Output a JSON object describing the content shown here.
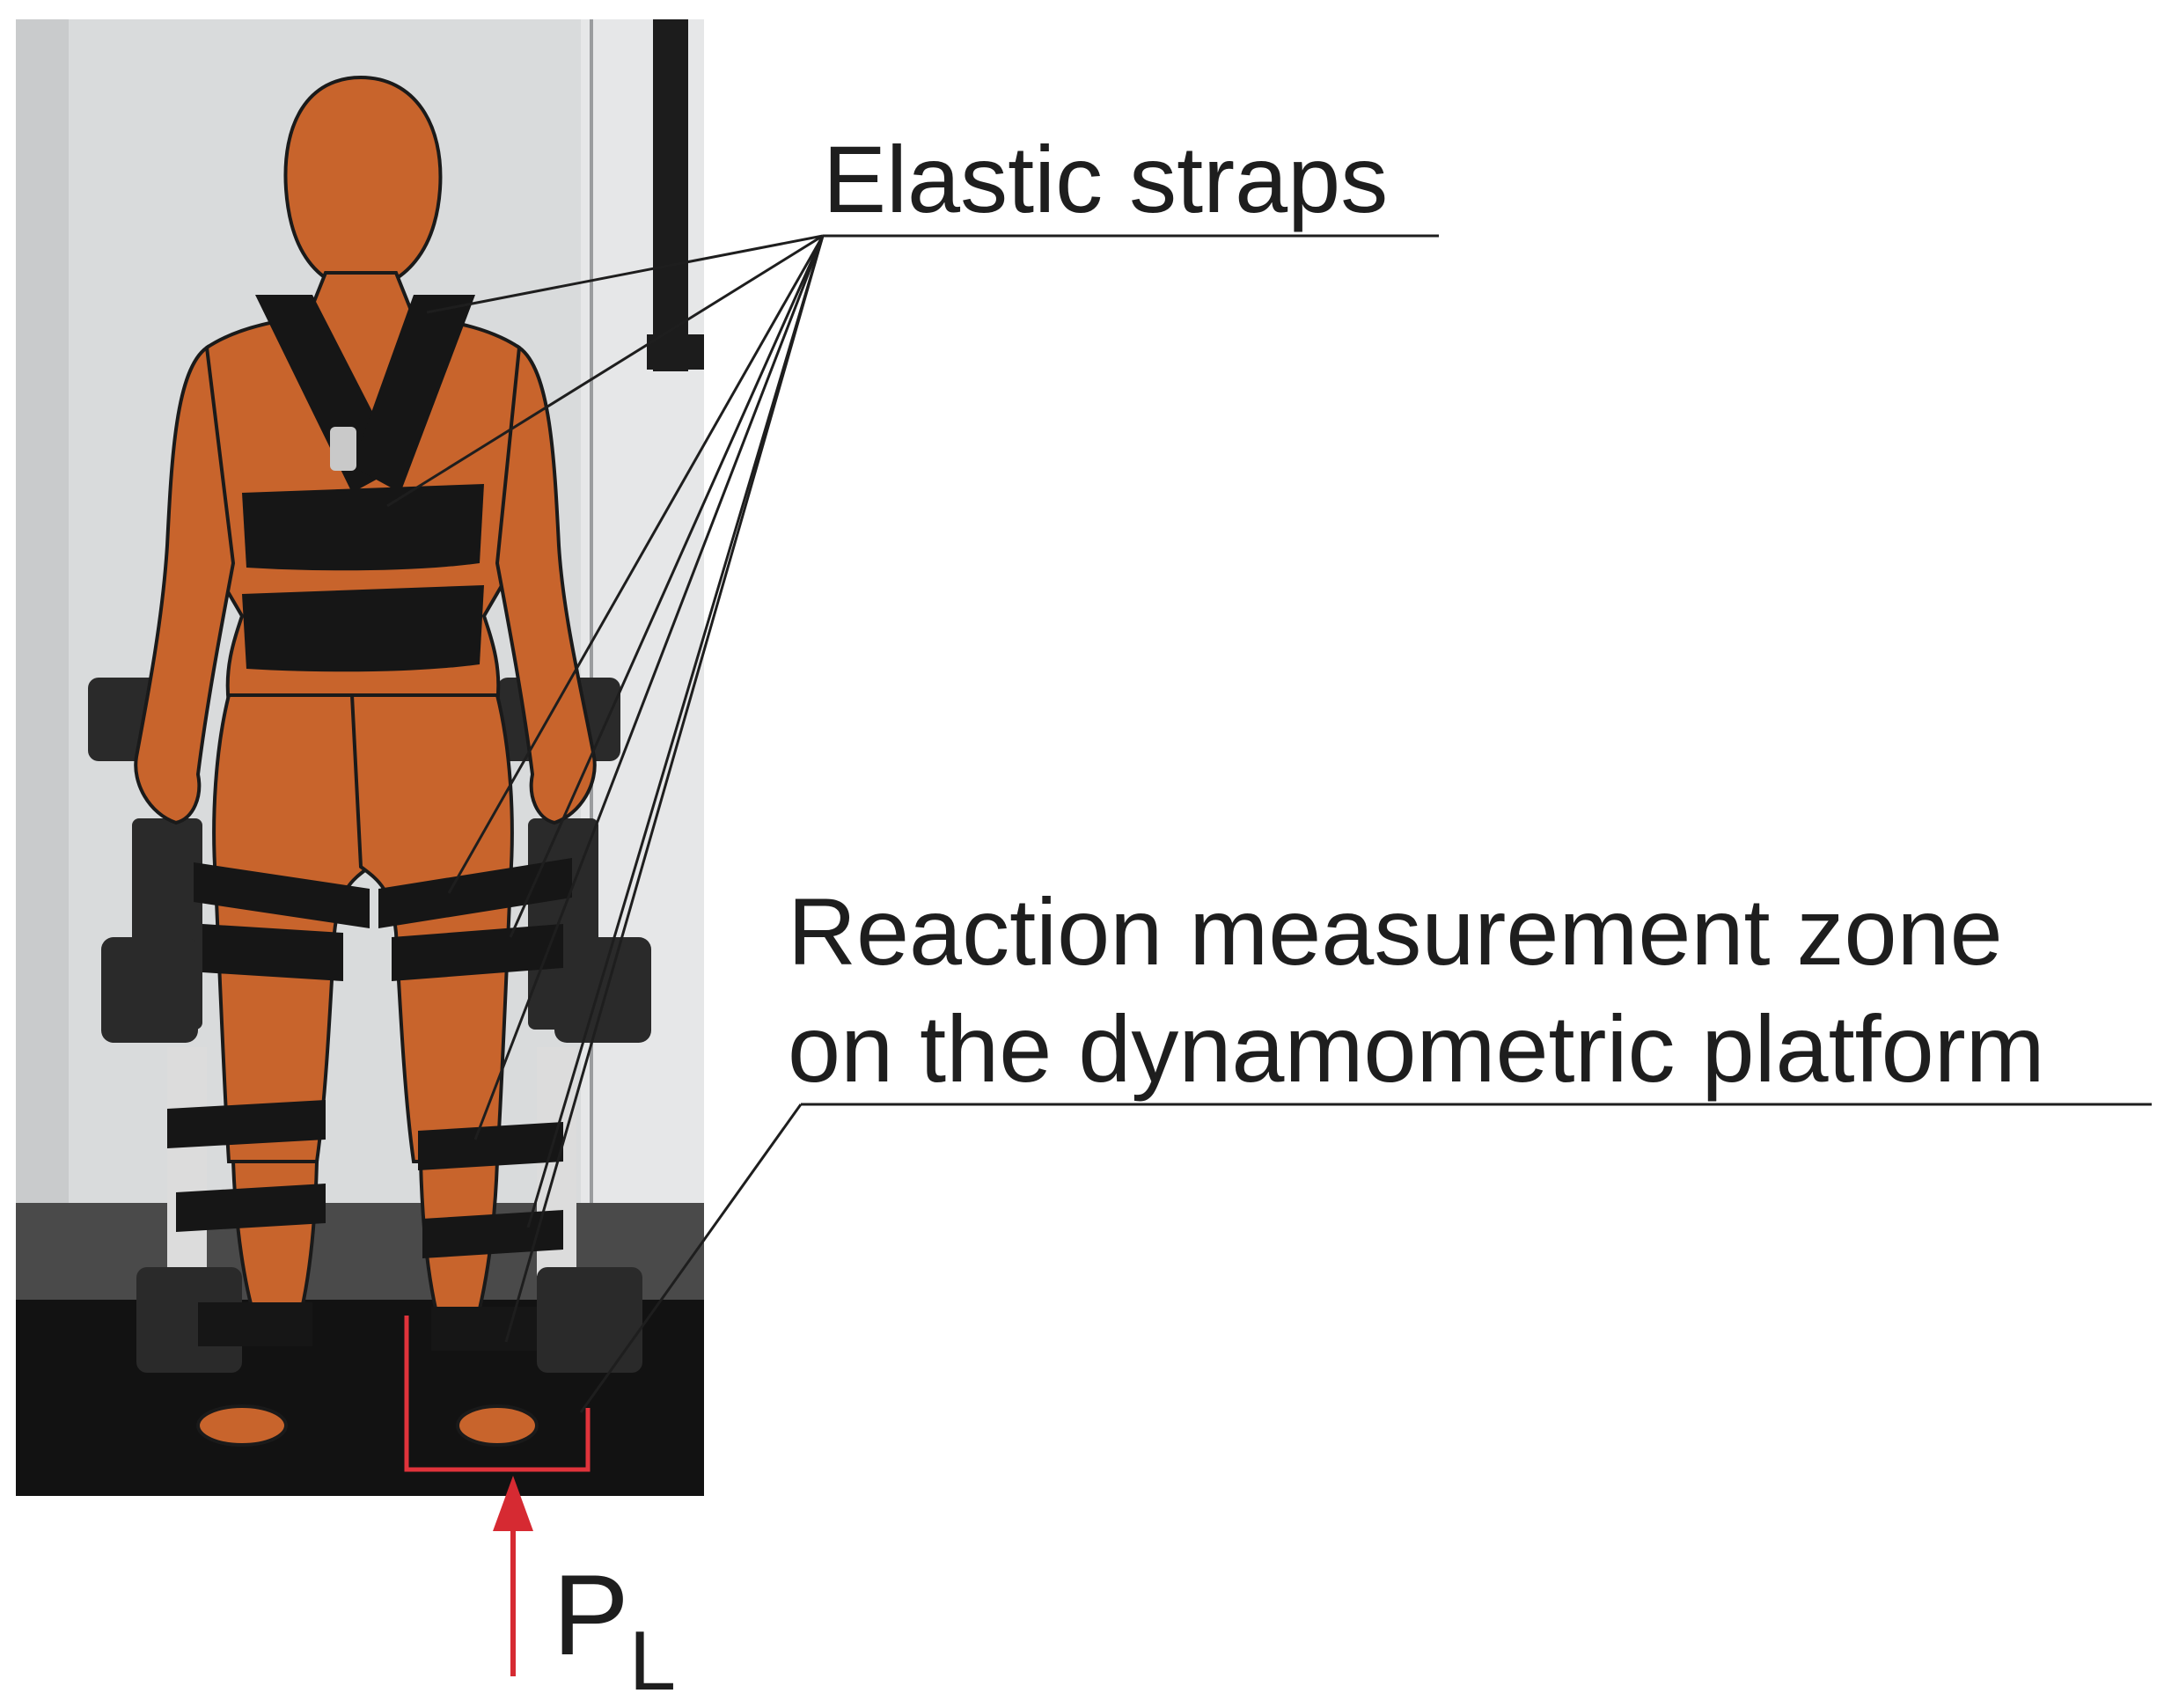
{
  "labels": {
    "elastic_straps": "Elastic straps",
    "zone_line1": "Reaction measurement zone",
    "zone_line2": "on the dynamometric platform",
    "force_symbol": "P",
    "force_subscript": "L"
  },
  "colors": {
    "body_silhouette": "#c8642c",
    "straps": "#161616",
    "frame": "#2a2a2a",
    "wall": "#d9dbdc",
    "floor": "#121212",
    "measurement_zone": "#e0333b",
    "force_arrow": "#d62a32",
    "leader_lines": "#1e1e1e"
  }
}
